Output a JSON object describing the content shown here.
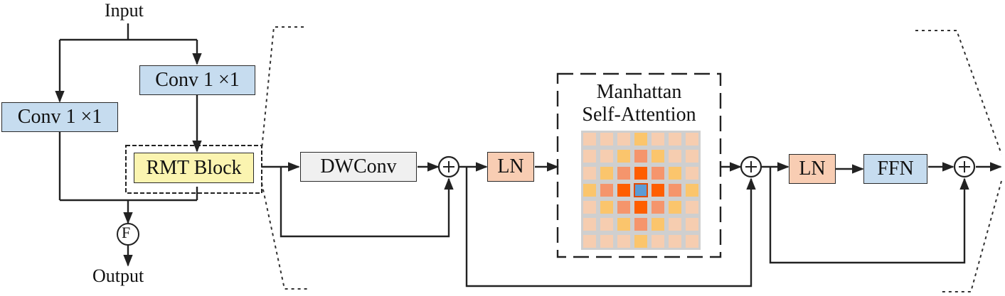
{
  "labels": {
    "input": "Input",
    "output": "Output",
    "fuse": "F"
  },
  "blocks": {
    "conv_left": "Conv 1 ×1",
    "conv_right": "Conv 1 ×1",
    "rmt": "RMT Block",
    "dwconv": "DWConv",
    "ln1": "LN",
    "ln2": "LN",
    "ffn": "FFN"
  },
  "msa": {
    "title_line1": "Manhattan",
    "title_line2": "Self-Attention",
    "grid": {
      "size": 7,
      "center_color": "#5b9bd5",
      "level_colors": [
        "#ff5e00",
        "#f5956c",
        "#fbc56c",
        "#f6cdb0"
      ]
    }
  },
  "colors": {
    "conv": "#c6dcef",
    "ln": "#f8cdb3",
    "rmt": "#fbf4b0",
    "dwconv": "#f0f0f0"
  }
}
